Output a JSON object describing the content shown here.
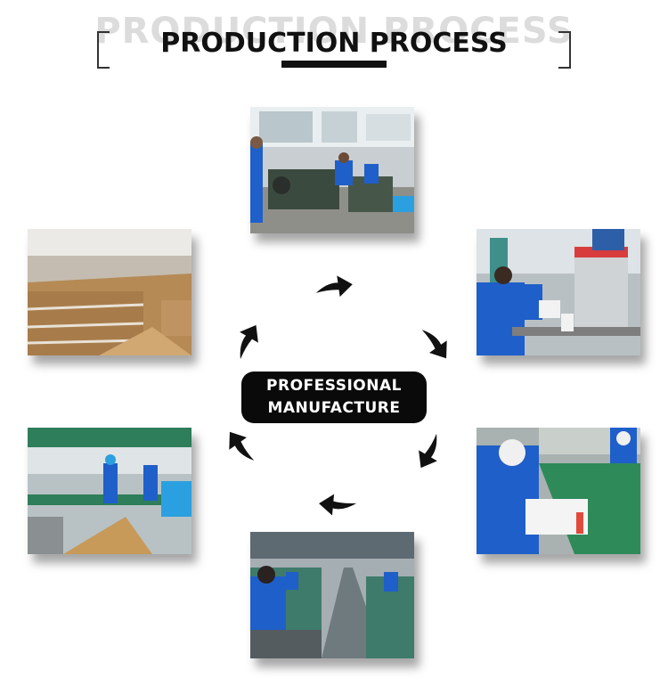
{
  "header": {
    "ghost_title": "PRODUCTION PROCESS",
    "title": "PRODUCTION PROCESS"
  },
  "center": {
    "line1": "PROFESSIONAL",
    "line2": "MANUFACTURE"
  },
  "colors": {
    "arrow": "#111111",
    "uniform_blue": "#1f5fc9",
    "badge_bg": "#0a0a0a"
  },
  "photos": [
    {
      "name": "photo-machining-workshop"
    },
    {
      "name": "photo-polishing-machine"
    },
    {
      "name": "photo-inspection-line"
    },
    {
      "name": "photo-assembly-conveyor"
    },
    {
      "name": "photo-packing-line"
    },
    {
      "name": "photo-warehouse-boxes"
    }
  ]
}
